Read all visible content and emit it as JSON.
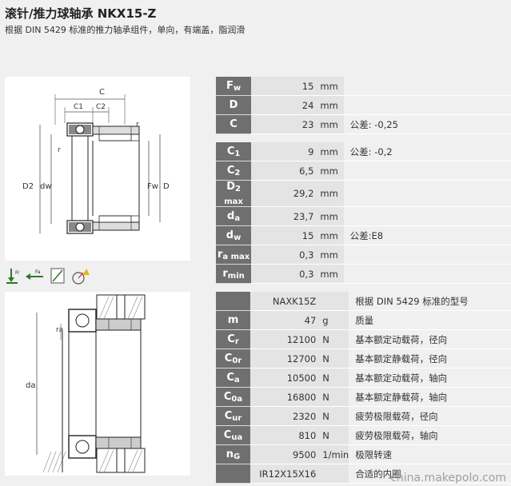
{
  "header": {
    "title": "滚针/推力球轴承 NKX15-Z",
    "subtitle": "根据 DIN 5429 标准的推力轴承组件，单向，有端盖，脂润滑"
  },
  "drawing_top_labels": {
    "c": "C",
    "c1": "C1",
    "c2": "C2",
    "r_top": "r",
    "r_left": "r",
    "d2": "D2",
    "dw": "dw",
    "fw": "Fw",
    "d": "D"
  },
  "drawing_bottom_labels": {
    "ra": "ra",
    "da": "da"
  },
  "icons": [
    {
      "name": "radial-load-icon",
      "label": "Fr"
    },
    {
      "name": "axial-load-icon",
      "label": "Fa"
    },
    {
      "name": "misalignment-icon",
      "label": ""
    },
    {
      "name": "speed-icon",
      "label": ""
    }
  ],
  "table_dimensions": [
    {
      "sym": "F",
      "sub": "w",
      "value": "15",
      "unit": "mm",
      "note": ""
    },
    {
      "sym": "D",
      "sub": "",
      "value": "24",
      "unit": "mm",
      "note": ""
    },
    {
      "sym": "C",
      "sub": "",
      "value": "23",
      "unit": "mm",
      "note": "公差: -0,25"
    },
    {
      "gap": true
    },
    {
      "sym": "C",
      "sub": "1",
      "value": "9",
      "unit": "mm",
      "note": "公差: -0,2"
    },
    {
      "sym": "C",
      "sub": "2",
      "value": "6,5",
      "unit": "mm",
      "note": ""
    },
    {
      "sym": "D",
      "sub": "2 max",
      "value": "29,2",
      "unit": "mm",
      "note": ""
    },
    {
      "sym": "d",
      "sub": "a",
      "value": "23,7",
      "unit": "mm",
      "note": ""
    },
    {
      "sym": "d",
      "sub": "w",
      "value": "15",
      "unit": "mm",
      "note": "公差:E8"
    },
    {
      "sym": "r",
      "sub": "a max",
      "value": "0,3",
      "unit": "mm",
      "note": ""
    },
    {
      "sym": "r",
      "sub": "min",
      "value": "0,3",
      "unit": "mm",
      "note": ""
    }
  ],
  "table_properties": [
    {
      "sym": "",
      "sub": "",
      "value": "NAXK15Z",
      "unit": "",
      "note": "根据 DIN 5429 标准的型号"
    },
    {
      "sym": "m",
      "sub": "",
      "value": "47",
      "unit": "g",
      "note": "质量"
    },
    {
      "sym": "C",
      "sub": "r",
      "value": "12100",
      "unit": "N",
      "note": "基本额定动载荷，径向"
    },
    {
      "sym": "C",
      "sub": "0r",
      "value": "12700",
      "unit": "N",
      "note": "基本额定静载荷，径向"
    },
    {
      "sym": "C",
      "sub": "a",
      "value": "10500",
      "unit": "N",
      "note": "基本额定动载荷，轴向"
    },
    {
      "sym": "C",
      "sub": "0a",
      "value": "16800",
      "unit": "N",
      "note": "基本额定静载荷，轴向"
    },
    {
      "sym": "C",
      "sub": "ur",
      "value": "2320",
      "unit": "N",
      "note": "疲劳极限载荷，径向"
    },
    {
      "sym": "C",
      "sub": "ua",
      "value": "810",
      "unit": "N",
      "note": "疲劳极限载荷，轴向"
    },
    {
      "sym": "n",
      "sub": "G",
      "value": "9500",
      "unit": "1/min",
      "note": "极限转速"
    },
    {
      "sym": "",
      "sub": "",
      "value": "IR12X15X16",
      "unit": "",
      "note": "合适的内圈"
    }
  ],
  "watermark": "china.makepolo.com"
}
